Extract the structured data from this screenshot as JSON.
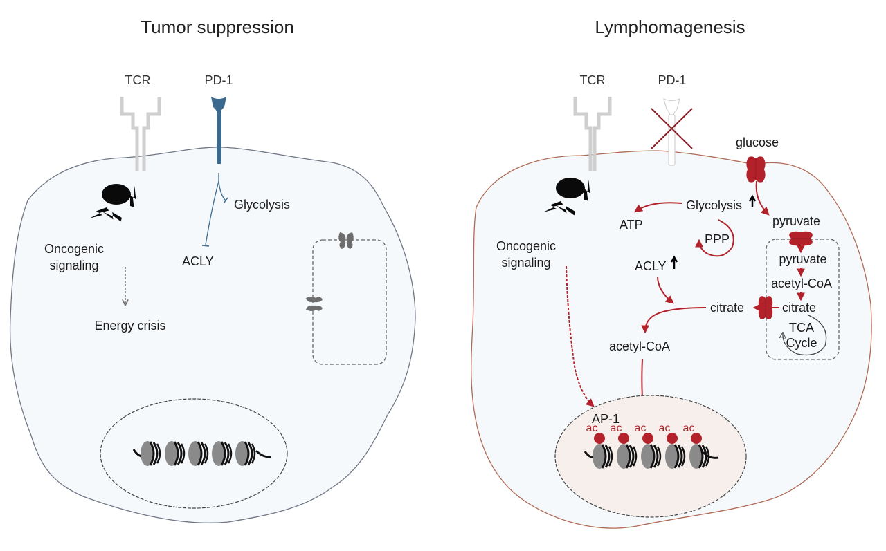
{
  "colors": {
    "cell_fill": "#f6f9fc",
    "left_membrane": "#6f7785",
    "right_membrane": "#b06a55",
    "pd1_blue": "#3b6a8e",
    "tcr_gray": "#cfcfcf",
    "accent_red": "#b3222a",
    "dark_red": "#8b1d24",
    "nucleus_fill_right": "#f6efec",
    "histone_gray": "#8a8a8a",
    "transporter_gray": "#6e6e6e"
  },
  "left_panel": {
    "title": "Tumor suppression",
    "receptors": {
      "tcr": "TCR",
      "pd1": "PD-1"
    },
    "labels": {
      "glycolysis": "Glycolysis",
      "acly": "ACLY",
      "oncogenic_line1": "Oncogenic",
      "oncogenic_line2": "signaling",
      "energy_crisis": "Energy crisis"
    }
  },
  "right_panel": {
    "title": "Lymphomagenesis",
    "receptors": {
      "tcr": "TCR",
      "pd1": "PD-1"
    },
    "labels": {
      "glucose": "glucose",
      "glycolysis": "Glycolysis",
      "atp": "ATP",
      "ppp": "PPP",
      "acly": "ACLY",
      "pyruvate_cyto": "pyruvate",
      "pyruvate_mito": "pyruvate",
      "acetyl_coa_mito": "acetyl-CoA",
      "citrate_mito": "citrate",
      "tca_line1": "TCA",
      "tca_line2": "Cycle",
      "citrate_cyto": "citrate",
      "acetyl_coa_cyto": "acetyl-CoA",
      "oncogenic_line1": "Oncogenic",
      "oncogenic_line2": "signaling",
      "ap1": "AP-1",
      "ac_marks": [
        "ac",
        "ac",
        "ac",
        "ac",
        "ac"
      ]
    }
  }
}
